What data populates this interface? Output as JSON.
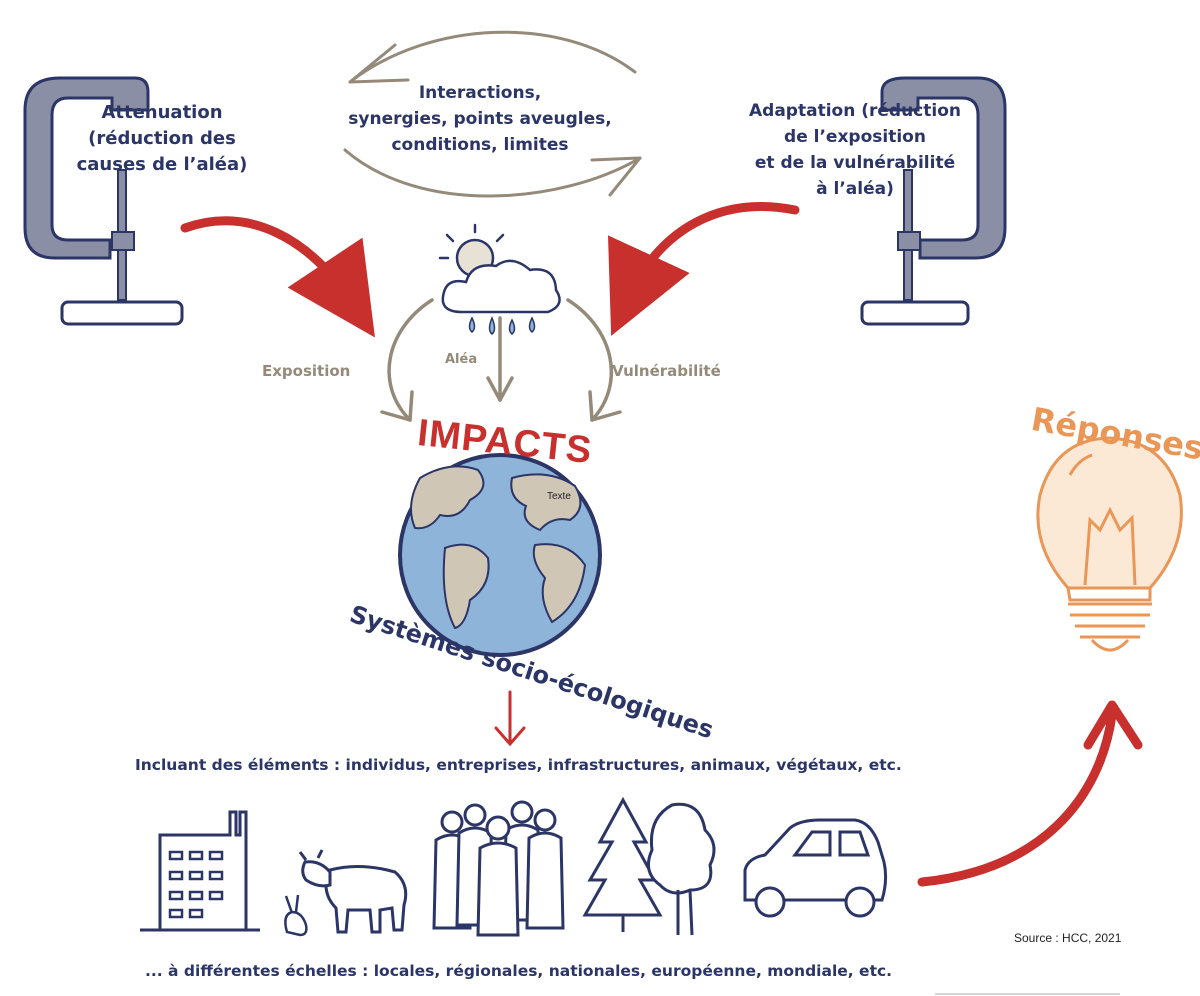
{
  "diagram": {
    "mitigation": "Attenuation\n(réduction des\ncauses de l’aléa)",
    "interactions": "Interactions,\nsynergies, points aveugles,\nconditions, limites",
    "adaptation": "Adaptation (réduction\nde l’exposition\net de la vulnérabilité\nà l’aléa)",
    "exposition": "Exposition",
    "alea": "Aléa",
    "vulnerabilite": "Vulnérabilité",
    "impacts": "IMPACTS",
    "earth_text": "Texte",
    "systems": "Systèmes socio-écologiques",
    "elements": "Incluant des éléments : individus, entreprises, infrastructures, animaux, végétaux, etc.",
    "scales": "... à différentes échelles : locales, régionales, nationales, européenne, mondiale, etc.",
    "responses": "Réponses",
    "source": "Source : HCC, 2021"
  },
  "colors": {
    "navy": "#2b3566",
    "red": "#c8302e",
    "grey": "#958a7a",
    "clamp": "#8a8fa6",
    "ocean": "#8fb4d9",
    "land": "#cfc6b6",
    "bulb": "#ea9657"
  },
  "icons": [
    "clamp-icon",
    "weather-icon",
    "earth-icon",
    "building-icon",
    "cow-icon",
    "rabbit-icon",
    "people-icon",
    "trees-icon",
    "car-icon",
    "lightbulb-icon"
  ]
}
